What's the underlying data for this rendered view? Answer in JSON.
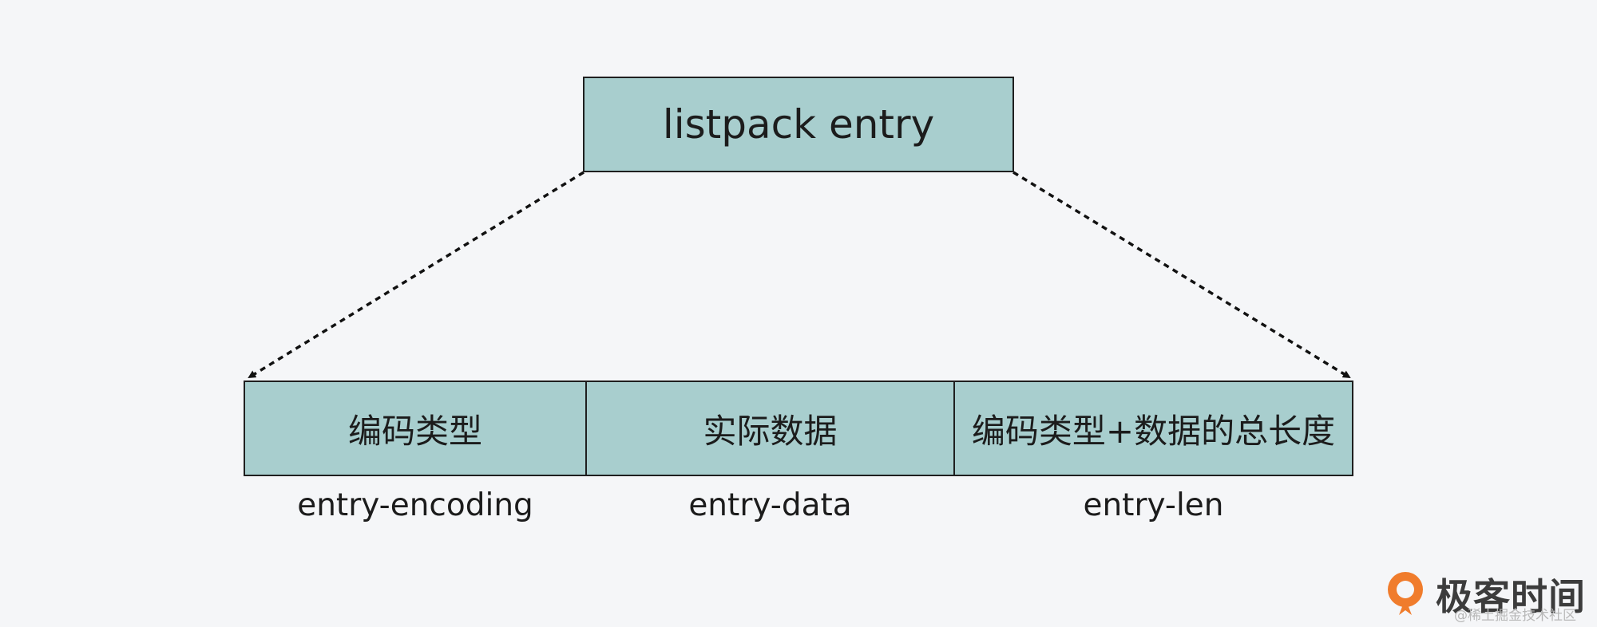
{
  "diagram": {
    "title": "listpack entry",
    "fields": [
      {
        "label": "编码类型",
        "name": "entry-encoding"
      },
      {
        "label": "实际数据",
        "name": "entry-data"
      },
      {
        "label": "编码类型+数据的总长度",
        "name": "entry-len"
      }
    ]
  },
  "branding": {
    "logo_text": "极客时间",
    "watermark": "@稀土掘金技术社区"
  },
  "colors": {
    "box_fill": "#a8cece",
    "border": "#1f1f1f",
    "background": "#f5f6f8",
    "logo_accent": "#f07c2c"
  }
}
